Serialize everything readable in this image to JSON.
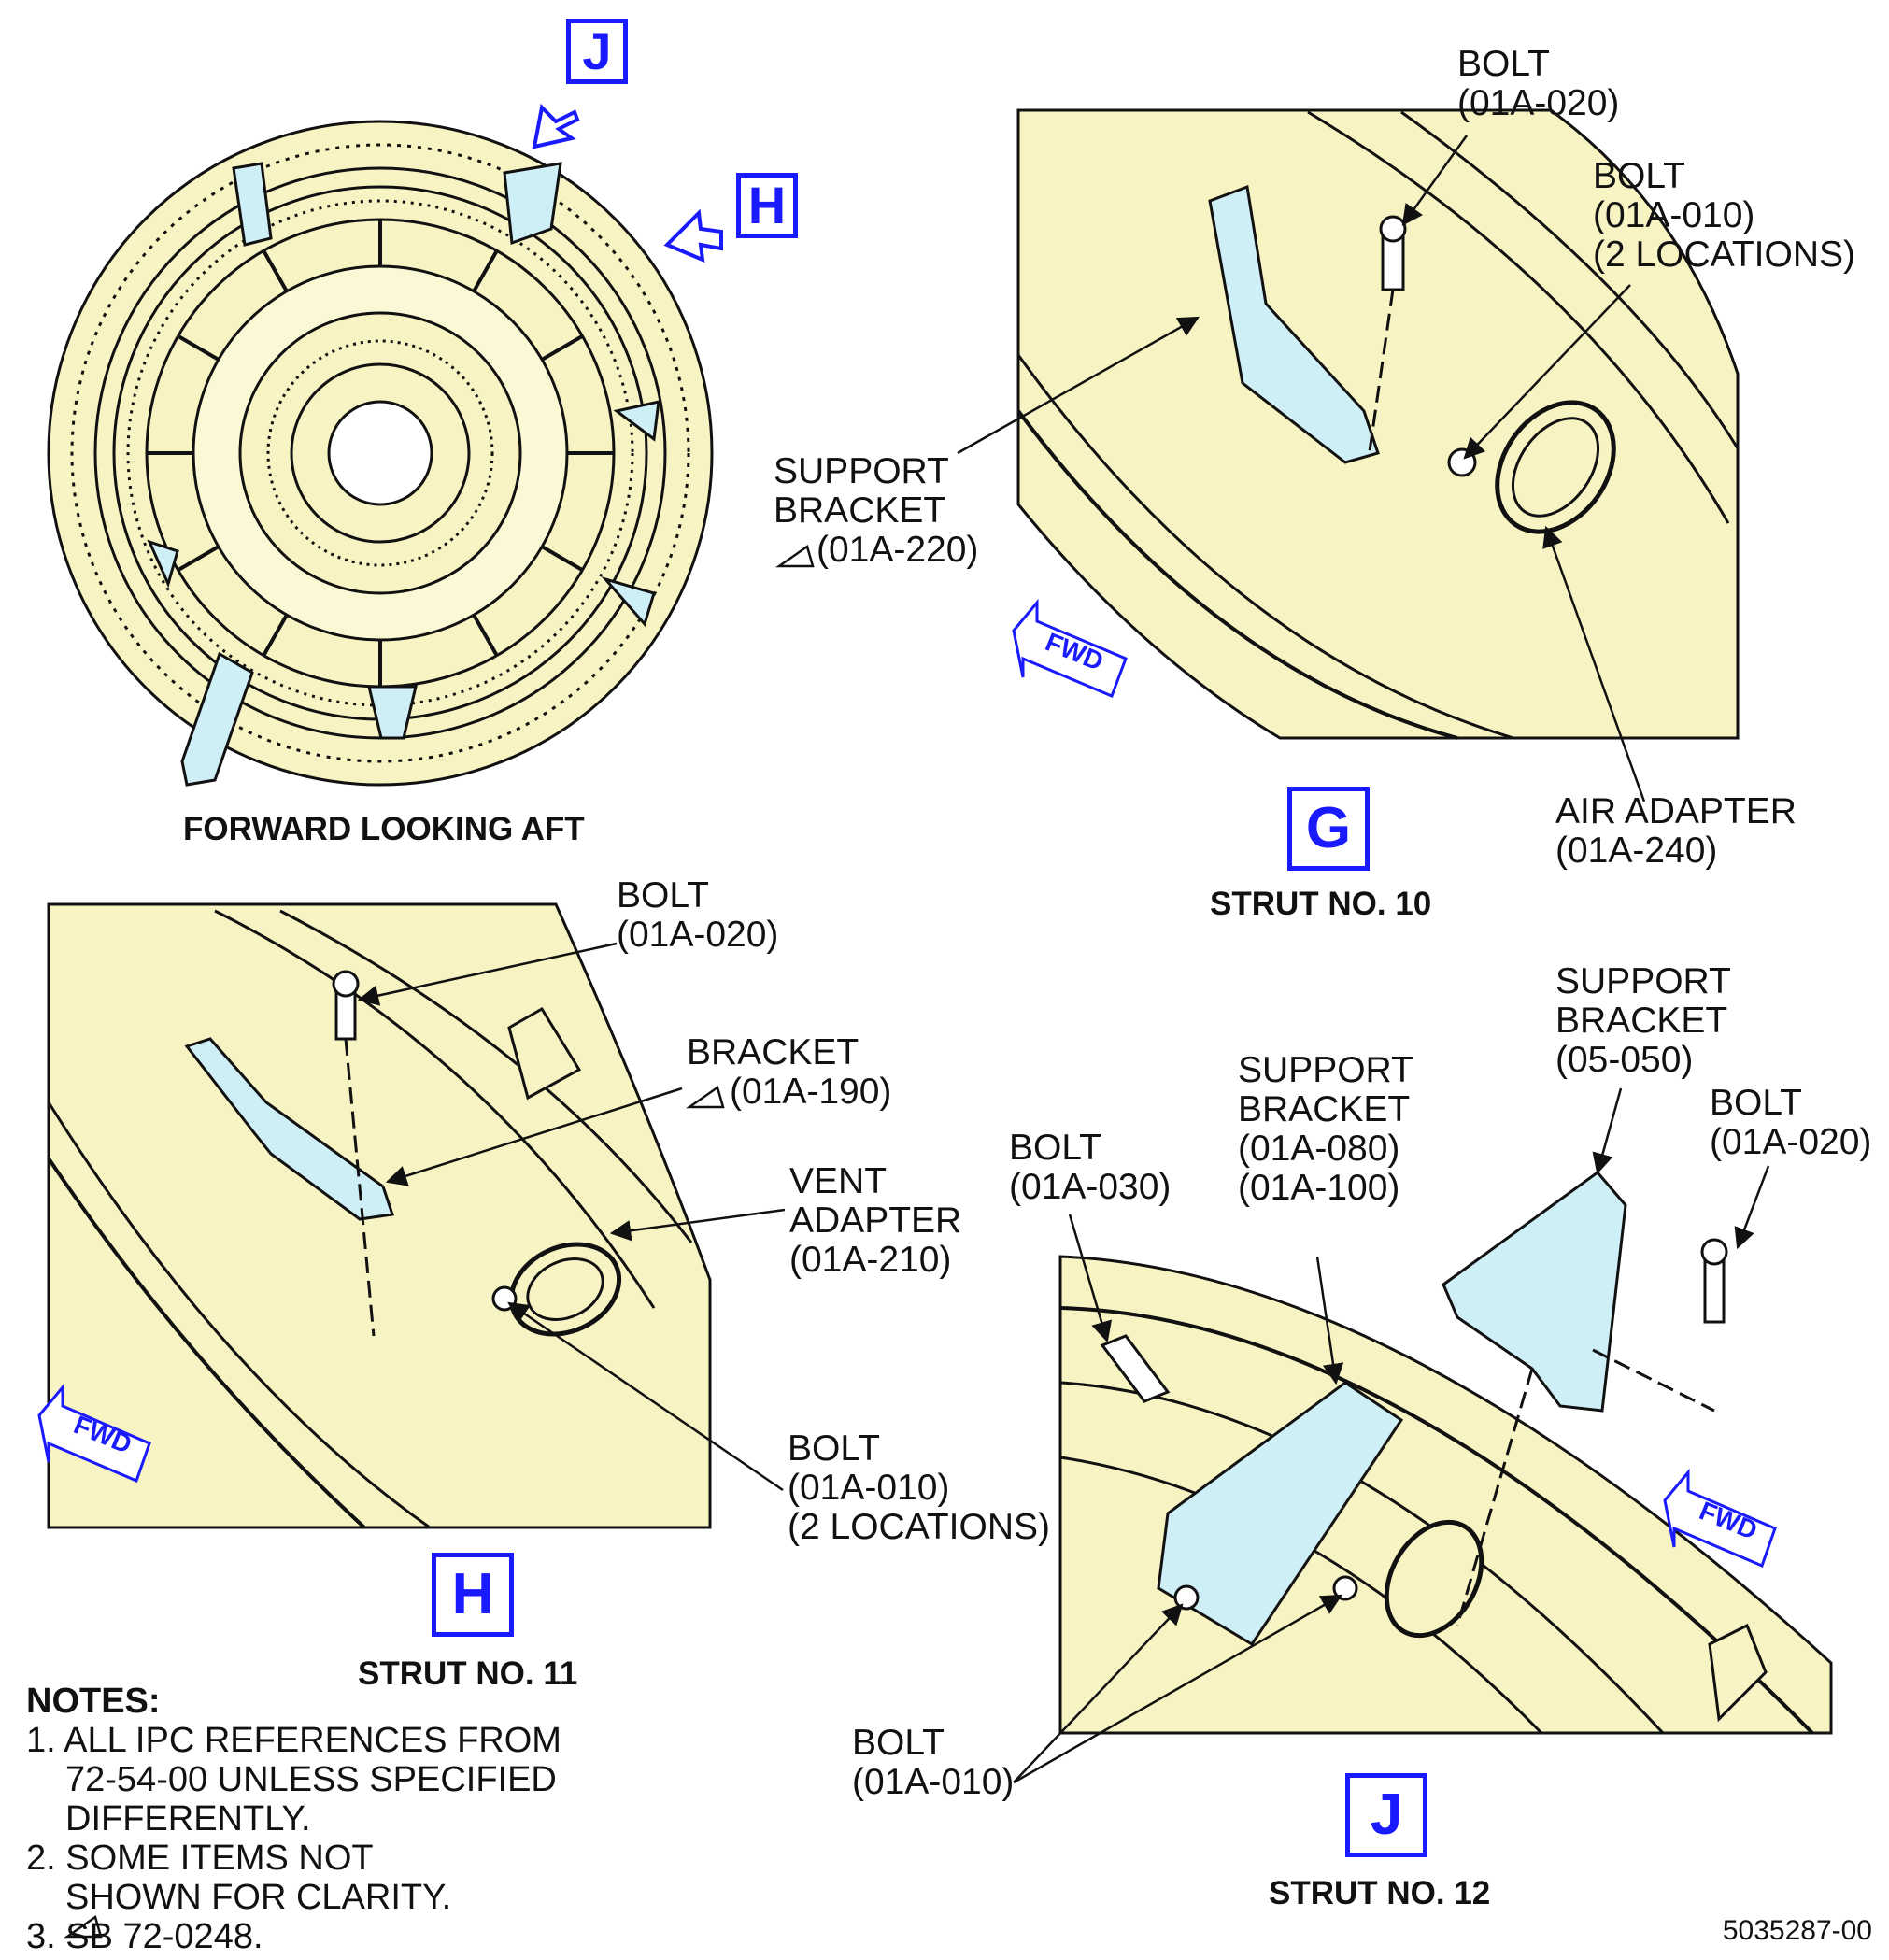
{
  "overview": {
    "caption": "FORWARD LOOKING AFT",
    "view_markers": [
      "J",
      "H"
    ]
  },
  "views": {
    "G": {
      "letter": "G",
      "caption": "STRUT NO. 10",
      "labels": {
        "bolt_top": [
          "BOLT",
          "(01A-020)"
        ],
        "bolt_right": [
          "BOLT",
          "(01A-010)",
          "(2 LOCATIONS)"
        ],
        "support_bracket": [
          "SUPPORT",
          "BRACKET",
          "(01A-220)"
        ],
        "air_adapter": [
          "AIR ADAPTER",
          "(01A-240)"
        ],
        "fwd": "FWD"
      }
    },
    "H": {
      "letter": "H",
      "caption": "STRUT NO. 11",
      "labels": {
        "bolt_top": [
          "BOLT",
          "(01A-020)"
        ],
        "bracket": [
          "BRACKET",
          "(01A-190)"
        ],
        "vent_adapter": [
          "VENT",
          "ADAPTER",
          "(01A-210)"
        ],
        "bolt_bottom": [
          "BOLT",
          "(01A-010)",
          "(2 LOCATIONS)"
        ],
        "fwd": "FWD"
      }
    },
    "J": {
      "letter": "J",
      "caption": "STRUT NO. 12",
      "labels": {
        "support_bracket_05": [
          "SUPPORT",
          "BRACKET",
          "(05-050)"
        ],
        "support_bracket_01": [
          "SUPPORT",
          "BRACKET",
          "(01A-080)",
          "(01A-100)"
        ],
        "bolt_030": [
          "BOLT",
          "(01A-030)"
        ],
        "bolt_020": [
          "BOLT",
          "(01A-020)"
        ],
        "bolt_010": [
          "BOLT",
          "(01A-010)"
        ],
        "fwd": "FWD"
      }
    }
  },
  "notes": {
    "title": "NOTES:",
    "items": [
      [
        "1. ALL IPC REFERENCES FROM",
        "72-54-00 UNLESS SPECIFIED",
        "DIFFERENTLY."
      ],
      [
        "2. SOME ITEMS NOT",
        "SHOWN FOR CLARITY."
      ],
      [
        "3. SB 72-0248."
      ]
    ]
  },
  "document_id": "5035287-00",
  "colors": {
    "engine_fill": "#f7f3c3",
    "part_highlight": "#cfeff6",
    "view_marker": "#1a1aff",
    "line": "#111111"
  }
}
